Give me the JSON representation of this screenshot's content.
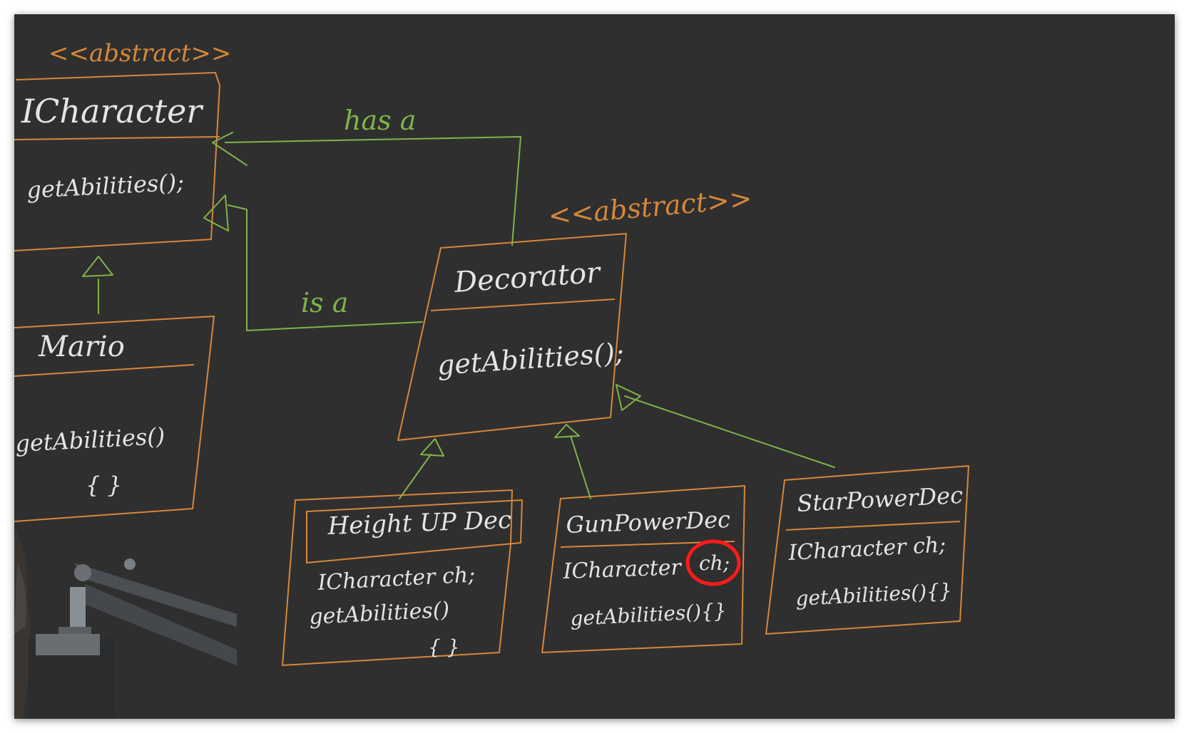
{
  "diagram": {
    "colors": {
      "board": "#2f2f2f",
      "class_outline": "#d6873a",
      "relation_line": "#7fb449",
      "handwriting": "#e4e4e4",
      "highlight_circle": "#ff1a1a"
    },
    "icharacter": {
      "stereotype": "<<abstract>>",
      "name": "ICharacter",
      "method": "getAbilities();"
    },
    "mario": {
      "name": "Mario",
      "method": "getAbilities()",
      "body": "{ }"
    },
    "decorator": {
      "stereotype": "<<abstract>>",
      "name": "Decorator",
      "method": "getAbilities();"
    },
    "height_up_dec": {
      "name": "Height UP Dec",
      "field": "ICharacter ch;",
      "method": "getAbilities()",
      "body": "{ }"
    },
    "gun_power_dec": {
      "name": "GunPowerDec",
      "field_type": "ICharacter",
      "field_name": "ch;",
      "method": "getAbilities(){}"
    },
    "star_power_dec": {
      "name": "StarPowerDec",
      "field": "ICharacter ch;",
      "method": "getAbilities(){}"
    },
    "relations": {
      "has_a": "has a",
      "is_a": "is a"
    }
  }
}
